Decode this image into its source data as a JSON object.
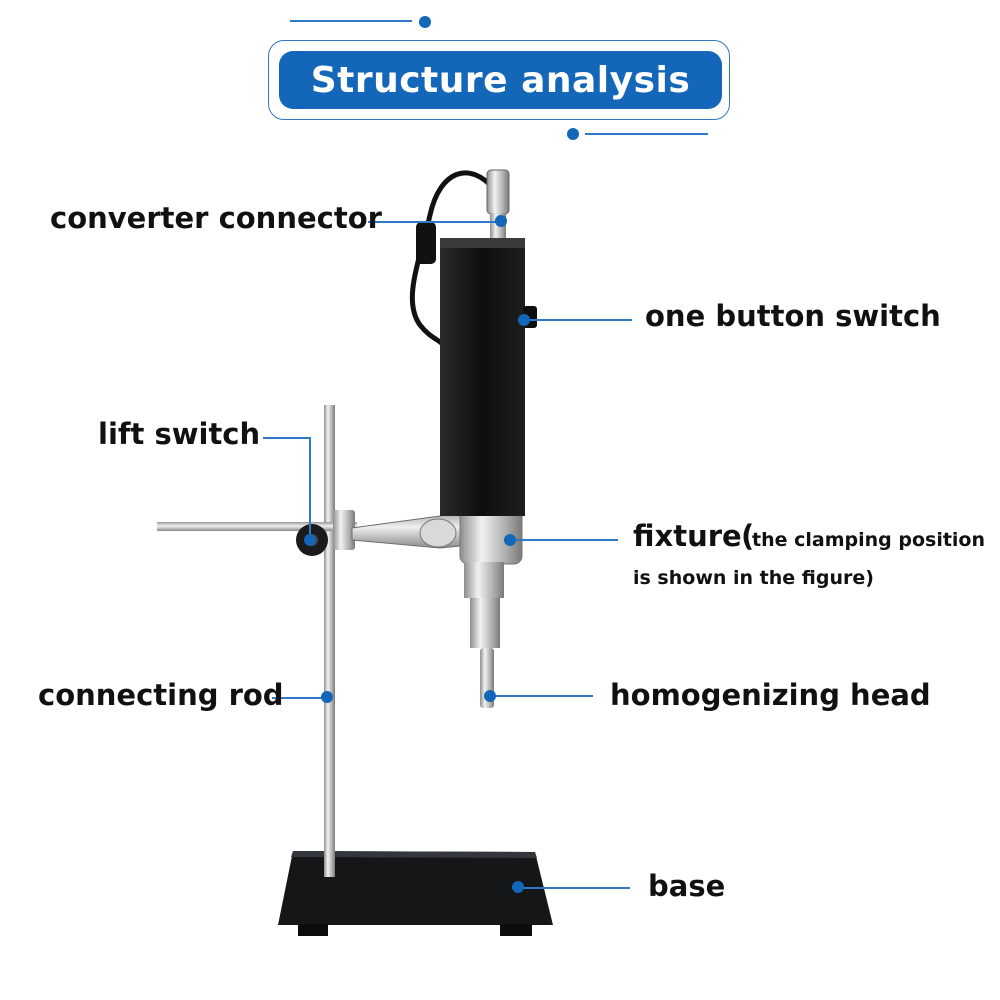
{
  "title": "Structure analysis",
  "colors": {
    "accent": "#1466b8",
    "line": "#2f7ac4",
    "device": "#1a1a1a",
    "metal": "#c0c0c0",
    "base": "#151618"
  },
  "labels": {
    "converter_connector": "converter connector",
    "one_button_switch": "one button switch",
    "lift_switch": "lift switch",
    "fixture": "fixture",
    "fixture_note_paren": "(",
    "fixture_note_line1": "the clamping position",
    "fixture_note_line2": "is shown in the figure)",
    "connecting_rod": "connecting rod",
    "homogenizing_head": "homogenizing head",
    "base": "base"
  }
}
